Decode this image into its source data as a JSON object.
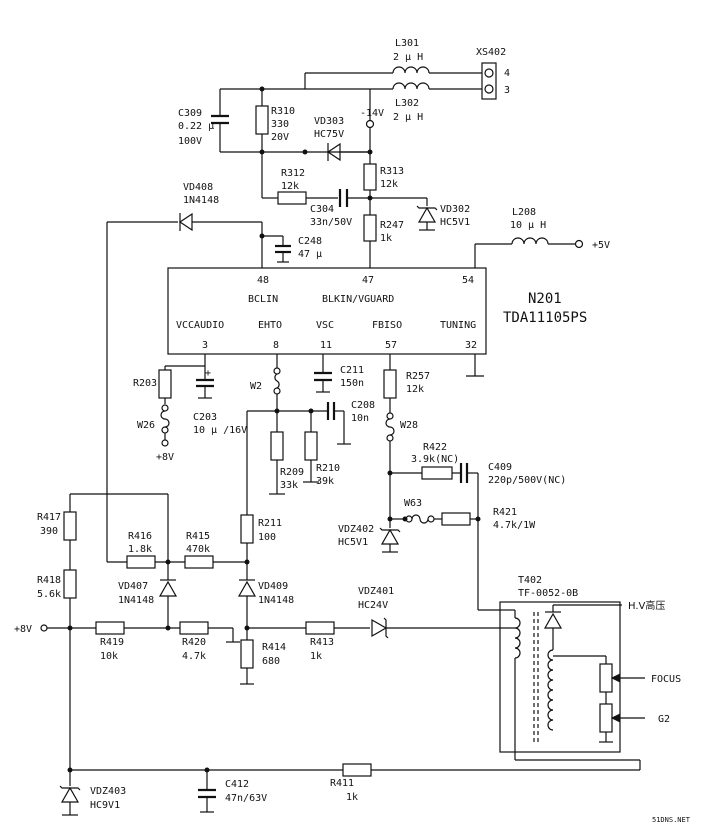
{
  "ic": {
    "ref": "N201",
    "part": "TDA11105PS",
    "pins": [
      {
        "num": "48",
        "name": "BCLIN"
      },
      {
        "num": "47",
        "name": "BLKIN/VGUARD"
      },
      {
        "num": "54",
        "name": ""
      },
      {
        "num": "3",
        "name": "VCCAUDIO"
      },
      {
        "num": "8",
        "name": "EHTO"
      },
      {
        "num": "11",
        "name": "VSC"
      },
      {
        "num": "57",
        "name": "FBISO"
      },
      {
        "num": "32",
        "name": "TUNING"
      }
    ]
  },
  "components": {
    "L301": {
      "ref": "L301",
      "value": "2 μ H"
    },
    "L302": {
      "ref": "L302",
      "value": "2 μ H"
    },
    "XS402": {
      "ref": "XS402",
      "pin4": "4",
      "pin3": "3"
    },
    "C309": {
      "ref": "C309",
      "value": "0.22 μ",
      "rating": "100V"
    },
    "R310": {
      "ref": "R310",
      "value": "330",
      "rating": "20V"
    },
    "VD303": {
      "ref": "VD303",
      "value": "HC75V"
    },
    "R312": {
      "ref": "R312",
      "value": "12k"
    },
    "R313": {
      "ref": "R313",
      "value": "12k"
    },
    "C304": {
      "ref": "C304",
      "value": "33n/50V"
    },
    "VD302": {
      "ref": "VD302",
      "value": "HC5V1"
    },
    "R247": {
      "ref": "R247",
      "value": "1k"
    },
    "VD408": {
      "ref": "VD408",
      "value": "1N4148"
    },
    "C248": {
      "ref": "C248",
      "value": "47 μ"
    },
    "L208": {
      "ref": "L208",
      "value": "10 μ H"
    },
    "R203": {
      "ref": "R203",
      "value": ""
    },
    "C203": {
      "ref": "C203",
      "value": "10 μ /16V"
    },
    "W26": {
      "ref": "W26"
    },
    "W2": {
      "ref": "W2"
    },
    "C211": {
      "ref": "C211",
      "value": "150n"
    },
    "C208": {
      "ref": "C208",
      "value": "10n"
    },
    "R209": {
      "ref": "R209",
      "value": "33k"
    },
    "R210": {
      "ref": "R210",
      "value": "39k"
    },
    "R257": {
      "ref": "R257",
      "value": "12k"
    },
    "W28": {
      "ref": "W28"
    },
    "R422": {
      "ref": "R422",
      "value": "3.9k(NC)"
    },
    "C409": {
      "ref": "C409",
      "value": "220p/500V(NC)"
    },
    "W63": {
      "ref": "W63"
    },
    "R421": {
      "ref": "R421",
      "value": "4.7k/1W"
    },
    "VDZ402": {
      "ref": "VDZ402",
      "value": "HC5V1"
    },
    "R417": {
      "ref": "R417",
      "value": "390"
    },
    "R418": {
      "ref": "R418",
      "value": "5.6k"
    },
    "R416": {
      "ref": "R416",
      "value": "1.8k"
    },
    "R415": {
      "ref": "R415",
      "value": "470k"
    },
    "R211": {
      "ref": "R211",
      "value": "100"
    },
    "VD407": {
      "ref": "VD407",
      "value": "1N4148"
    },
    "VD409": {
      "ref": "VD409",
      "value": "1N4148"
    },
    "R419": {
      "ref": "R419",
      "value": "10k"
    },
    "R420": {
      "ref": "R420",
      "value": "4.7k"
    },
    "R414": {
      "ref": "R414",
      "value": "680"
    },
    "R413": {
      "ref": "R413",
      "value": "1k"
    },
    "VDZ401": {
      "ref": "VDZ401",
      "value": "HC24V"
    },
    "T402": {
      "ref": "T402",
      "value": "TF-0052-0B"
    },
    "VDZ403": {
      "ref": "VDZ403",
      "value": "HC9V1"
    },
    "C412": {
      "ref": "C412",
      "value": "47n/63V"
    },
    "R411": {
      "ref": "R411",
      "value": "1k"
    }
  },
  "nets": {
    "minus14v": "-14V",
    "plus5v": "+5V",
    "plus8v_bottom": "+8V",
    "plus8v_left": "+8V",
    "hv": "H.V高压",
    "focus": "FOCUS",
    "g2": "G2"
  },
  "watermark": "51DNS.NET"
}
